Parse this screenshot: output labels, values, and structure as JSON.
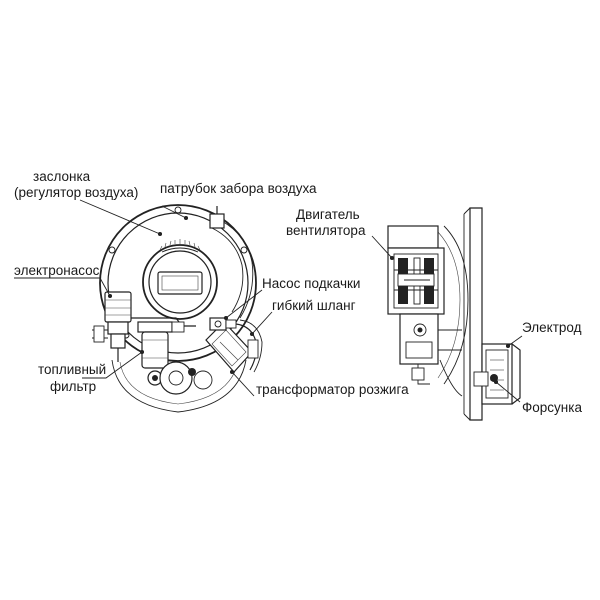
{
  "labels": {
    "damper_line1": "заслонка",
    "damper_line2": "(регулятор воздуха)",
    "air_intake": "патрубок забора воздуха",
    "electric_pump": "электронасос",
    "booster_pump": "Насос подкачки",
    "flexible_hose": "гибкий шланг",
    "fuel_filter_line1": "топливный",
    "fuel_filter_line2": "фильтр",
    "ignition_transformer": "трансформатор розжига",
    "fan_motor_line1": "Двигатель",
    "fan_motor_line2": "вентилятора",
    "electrode": "Электрод",
    "nozzle": "Форсунка"
  }
}
